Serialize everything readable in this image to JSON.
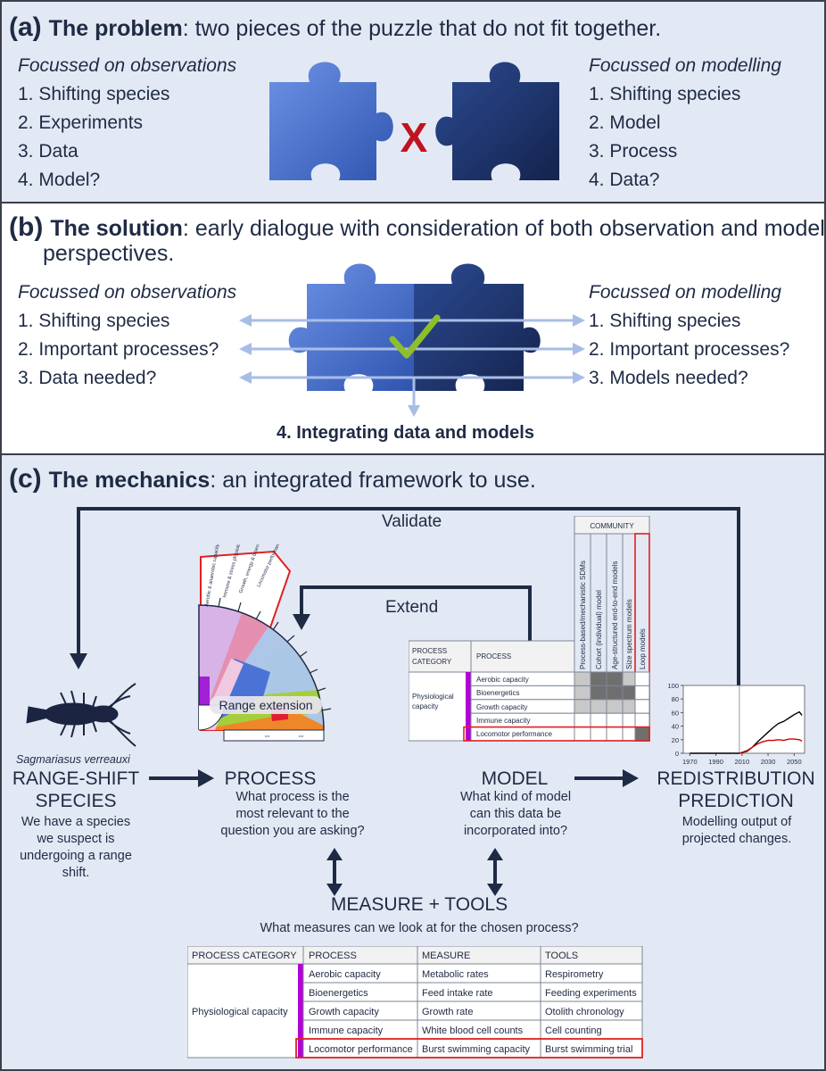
{
  "panel_a": {
    "tag": "(a)",
    "title_bold": "The problem",
    "title_rest": ": two pieces of the puzzle that do not fit together.",
    "left_heading": "Focussed on observations",
    "left_items": [
      "1. Shifting species",
      "2. Experiments",
      "3. Data",
      "4. Model?"
    ],
    "right_heading": "Focussed on modelling",
    "right_items": [
      "1. Shifting species",
      "2. Model",
      "3. Process",
      "4. Data?"
    ],
    "cross_symbol": "X",
    "colors": {
      "left_piece": "#3f67c4",
      "right_piece": "#1f356f",
      "cross": "#c1121f"
    }
  },
  "panel_b": {
    "tag": "(b)",
    "title_bold": "The solution",
    "title_rest": ": early dialogue with consideration of both observation and modelling",
    "title_line2": "perspectives.",
    "left_heading": "Focussed on observations",
    "left_items": [
      "1. Shifting species",
      "2. Important processes?",
      "3. Data needed?"
    ],
    "right_heading": "Focussed on modelling",
    "right_items": [
      "1. Shifting species",
      "2. Important processes?",
      "3. Models needed?"
    ],
    "bottom_label": "4. Integrating data and models",
    "colors": {
      "check": "#8fbe2d",
      "arrows": "#a8bde6"
    }
  },
  "panel_c": {
    "tag": "(c)",
    "title_bold": "The mechanics",
    "title_rest": ": an integrated framework to use.",
    "validate_label": "Validate",
    "extend_label": "Extend",
    "species_name": "Sagmariasus verreauxi",
    "wheel": {
      "range_label": "Range extension",
      "sector_labels": [
        "Aerobic & anaerobic capacity",
        "Immune & stress physiology",
        "Growth, energy & bioenergetics",
        "Locomotor performance"
      ]
    },
    "steps": [
      {
        "title": "RANGE-SHIFT SPECIES",
        "title_lines": [
          "RANGE-SHIFT",
          "SPECIES"
        ],
        "desc_lines": [
          "We have a species",
          "we suspect is",
          "undergoing a range",
          "shift."
        ]
      },
      {
        "title": "PROCESS",
        "title_lines": [
          "PROCESS"
        ],
        "desc_lines": [
          "What process is the",
          "most relevant to the",
          "question you are asking?"
        ]
      },
      {
        "title": "MODEL",
        "title_lines": [
          "MODEL"
        ],
        "desc_lines": [
          "What kind of model",
          "can this data be",
          "incorporated into?"
        ]
      },
      {
        "title": "REDISTRIBUTION PREDICTION",
        "title_lines": [
          "REDISTRIBUTION",
          "PREDICTION"
        ],
        "desc_lines": [
          "Modelling output of",
          "projected changes."
        ]
      }
    ],
    "measure_title": "MEASURE + TOOLS",
    "measure_question": "What measures can we look at for the chosen process?",
    "model_table": {
      "community_header": "COMMUNITY",
      "model_columns": [
        "Process-based/mechanistic SDMs",
        "Cohort (individual) model",
        "Age-structured end-to-end models",
        "Size spectrum models",
        "Loop models"
      ],
      "category_header": [
        "PROCESS",
        "CATEGORY"
      ],
      "process_header": "PROCESS",
      "category": [
        "Physiological",
        "capacity"
      ],
      "rows": [
        "Aerobic capacity",
        "Bioenergetics",
        "Growth capacity",
        "Immune capacity",
        "Locomotor performance"
      ]
    },
    "measure_table": {
      "headers": [
        "PROCESS CATEGORY",
        "PROCESS",
        "MEASURE",
        "TOOLS"
      ],
      "category": "Physiological capacity",
      "rows": [
        [
          "Aerobic capacity",
          "Metabolic rates",
          "Respirometry"
        ],
        [
          "Bioenergetics",
          "Feed intake rate",
          "Feeding experiments"
        ],
        [
          "Growth capacity",
          "Growth rate",
          "Otolith chronology"
        ],
        [
          "Immune capacity",
          "White blood cell counts",
          "Cell counting"
        ],
        [
          "Locomotor performance",
          "Burst swimming capacity",
          "Burst swimming trial"
        ]
      ],
      "highlight_row": 4
    },
    "prediction_chart": {
      "type": "line",
      "x_ticks": [
        "1970",
        "1990",
        "2010",
        "2030",
        "2050"
      ],
      "y_ticks": [
        "0",
        "20",
        "40",
        "60",
        "80",
        "100"
      ],
      "ylim": [
        0,
        100
      ],
      "xlim": [
        1965,
        2058
      ],
      "vline_x": 2008,
      "series": [
        {
          "color": "#000000",
          "x": [
            1970,
            2008,
            2014,
            2018,
            2022,
            2026,
            2030,
            2034,
            2038,
            2042,
            2046,
            2050,
            2054,
            2056
          ],
          "y": [
            0,
            0,
            3,
            9,
            17,
            24,
            31,
            38,
            44,
            47,
            52,
            57,
            61,
            56
          ]
        },
        {
          "color": "#cc0000",
          "x": [
            2008,
            2014,
            2018,
            2022,
            2026,
            2030,
            2034,
            2038,
            2042,
            2046,
            2050,
            2054,
            2056
          ],
          "y": [
            0,
            4,
            9,
            14,
            17,
            19,
            19,
            20,
            19,
            21,
            21,
            20,
            18
          ]
        }
      ]
    },
    "colors": {
      "dark_navy": "#1f2a44",
      "highlight_red": "#e02020",
      "purple_bar": "#b300d6"
    }
  }
}
